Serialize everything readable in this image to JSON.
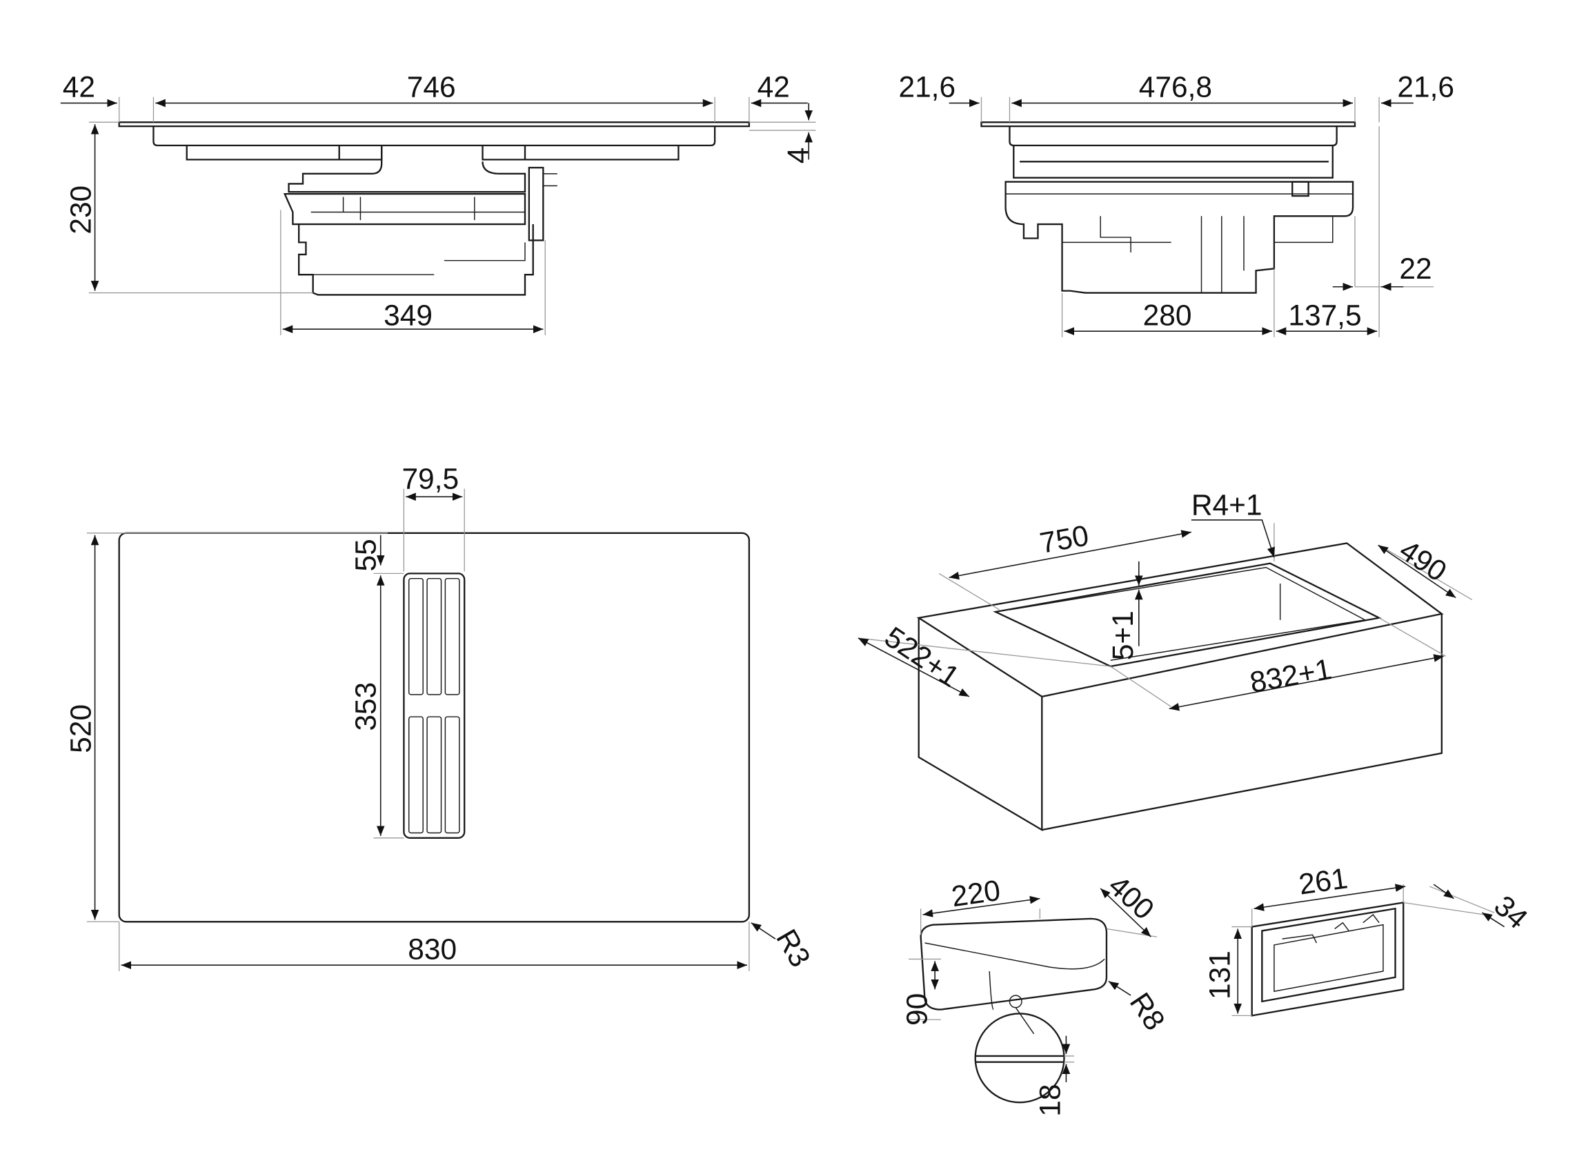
{
  "side_view_long": {
    "left_overhang": "42",
    "body_width": "746",
    "right_overhang": "42",
    "glass_thickness": "4",
    "total_height": "230",
    "motor_width": "349"
  },
  "side_view_short": {
    "left_overhang": "21,6",
    "body_depth": "476,8",
    "right_overhang": "21,6",
    "rear_offset": "22",
    "motor_depth": "280",
    "rear_gap": "137,5"
  },
  "top_view": {
    "vent_width": "79,5",
    "vent_offset": "55",
    "vent_length": "353",
    "depth": "520",
    "width": "830",
    "corner_radius": "R3"
  },
  "cutout": {
    "corner_radius": "R4+1",
    "inner_width": "750",
    "inner_depth": "490",
    "rebate_depth": "5+1",
    "outer_depth": "522+1",
    "outer_width": "832+1"
  },
  "duct": {
    "width": "220",
    "length": "400",
    "height": "90",
    "radius": "R8",
    "wall": "18"
  },
  "adapter": {
    "width": "261",
    "depth": "34",
    "height": "131"
  }
}
